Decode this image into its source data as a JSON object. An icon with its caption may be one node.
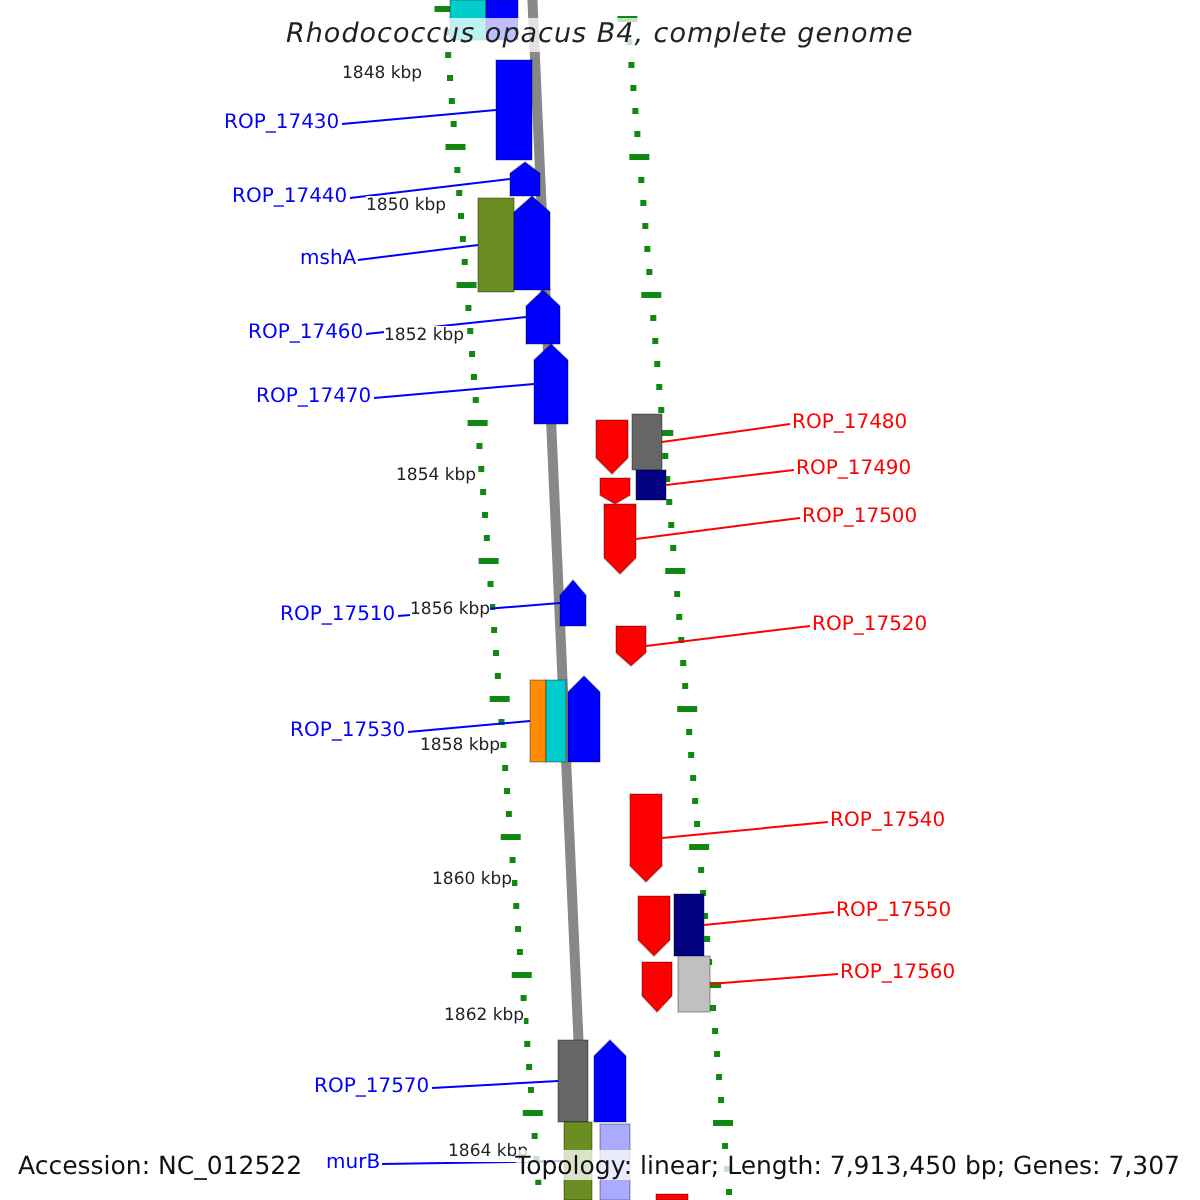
{
  "diagram": {
    "title": "Rhodococcus opacus B4, complete genome",
    "nodes": [
      {
        "text": [
          "ROP_17430"
        ]
      },
      {
        "text": [],
        "shape": "bar"
      },
      {
        "text": [
          "ROP_17440"
        ]
      },
      {
        "text": [],
        "shape": "arrow"
      },
      {
        "text": [
          "mshA"
        ]
      },
      {
        "text": [],
        "shape": "bar"
      },
      {
        "text": [
          "ROP_17460"
        ]
      },
      {
        "text": [],
        "shape": "arrow"
      },
      {
        "text": [
          "ROP_17470"
        ]
      },
      {
        "text": [],
        "shape": "arrow"
      },
      {
        "text": [
          "ROP_17480"
        ]
      },
      {
        "text": [],
        "shape": "bar"
      },
      {
        "text": [
          "ROP_17490"
        ]
      },
      {
        "text": [],
        "shape": "bar"
      },
      {
        "text": [
          "ROP_17500"
        ]
      },
      {
        "text": [],
        "shape": "arrow"
      },
      {
        "text": [
          "ROP_17510"
        ]
      },
      {
        "text": [],
        "shape": "arrow"
      },
      {
        "text": [
          "ROP_17520"
        ]
      },
      {
        "text": [],
        "shape": "arrow"
      },
      {
        "text": [
          "ROP_17530"
        ]
      },
      {
        "text": [],
        "shape": "bar"
      },
      {
        "text": [
          "ROP_17540"
        ]
      },
      {
        "text": [],
        "shape": "arrow"
      },
      {
        "text": [
          "ROP_17550"
        ]
      },
      {
        "text": [],
        "shape": "bar"
      },
      {
        "text": [
          "ROP_17560"
        ]
      },
      {
        "text": [],
        "shape": "bar"
      },
      {
        "text": [
          "ROP_17570"
        ]
      },
      {
        "text": [],
        "shape": "bar"
      },
      {
        "text": [
          "murB"
        ]
      },
      {
        "text": [],
        "shape": "bar"
      },
      {
        "text": [],
        "shape": "bar"
      },
      {
        "text": [],
        "shape": "bar"
      },
      {
        "text": [],
        "shape": "arrow"
      },
      {
        "text": [],
        "shape": "arrow"
      },
      {
        "text": [],
        "shape": "arrow"
      },
      {
        "text": [],
        "shape": "bar"
      },
      {
        "text": [],
        "shape": "arrow"
      },
      {
        "text": [],
        "shape": "arrow"
      },
      {
        "text": [],
        "shape": "arrow"
      },
      {
        "text": [],
        "shape": "arrow"
      },
      {
        "text": [],
        "shape": "bar"
      },
      {
        "text": [],
        "shape": "bar"
      }
    ],
    "edges": [
      {
        "from": 0,
        "to": 1,
        "arrow": "none"
      },
      {
        "from": 2,
        "to": 3,
        "arrow": "none"
      },
      {
        "from": 4,
        "to": 5,
        "arrow": "none"
      },
      {
        "from": 6,
        "to": 7,
        "arrow": "none"
      },
      {
        "from": 8,
        "to": 9,
        "arrow": "none"
      },
      {
        "from": 10,
        "to": 11,
        "arrow": "none",
        "color": "#ff0000"
      },
      {
        "from": 12,
        "to": 13,
        "arrow": "none",
        "color": "#ff0000"
      },
      {
        "from": 14,
        "to": 15,
        "arrow": "none",
        "color": "#ff0000"
      },
      {
        "from": 16,
        "to": 17,
        "arrow": "none"
      },
      {
        "from": 18,
        "to": 19,
        "arrow": "none",
        "color": "#ff0000"
      },
      {
        "from": 20,
        "to": 21,
        "arrow": "none"
      },
      {
        "from": 22,
        "to": 23,
        "arrow": "none",
        "color": "#ff0000"
      },
      {
        "from": 24,
        "to": 25,
        "arrow": "none",
        "color": "#ff0000"
      },
      {
        "from": 26,
        "to": 27,
        "arrow": "none",
        "color": "#ff0000"
      },
      {
        "from": 28,
        "to": 29,
        "arrow": "none"
      },
      {
        "from": 30,
        "to": 31,
        "arrow": "none"
      }
    ],
    "labels": [
      "1848 kbp",
      "1850 kbp",
      "1852 kbp",
      "1854 kbp",
      "1856 kbp",
      "1858 kbp",
      "1860 kbp",
      "1862 kbp",
      "1864 kbp",
      "Accession: NC_012522",
      "Topology: linear; Length: 7,913,450 bp; Genes: 7,307"
    ]
  }
}
